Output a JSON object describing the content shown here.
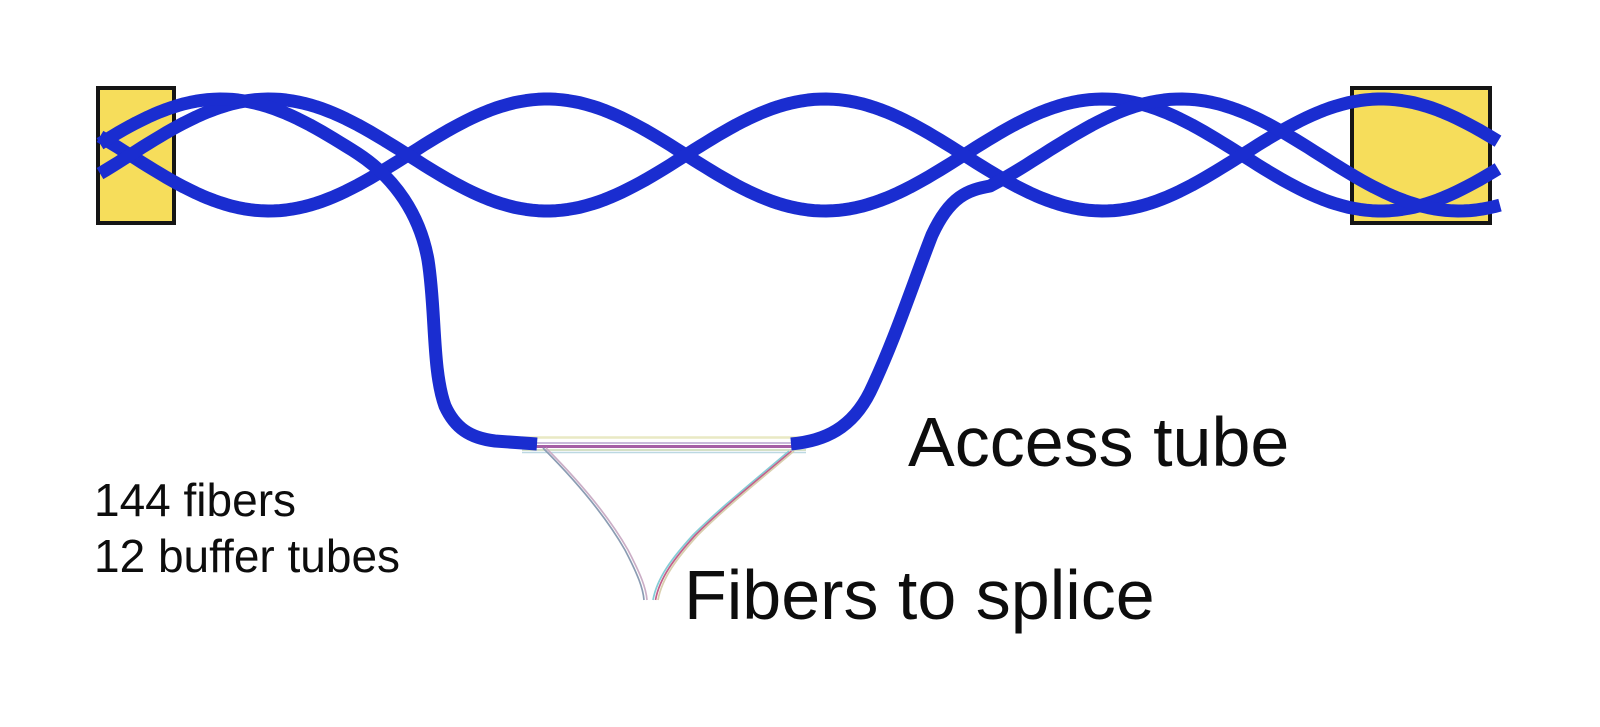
{
  "diagram": {
    "access_tube_label": "Access tube",
    "fibers_to_splice_label": "Fibers to splice",
    "fiber_count_label": "144 fibers",
    "buffer_tube_count_label": "12 buffer tubes"
  },
  "colors": {
    "background": "#ffffff",
    "tube_blue": "#1a2dd0",
    "clamp_yellow": "#f6dd5b",
    "clamp_border": "#151515",
    "text": "#0d0d0d",
    "exposed_fiber_lines": [
      "#e9e9c4",
      "#c9badb",
      "#a55fa5",
      "#d5e0c6",
      "#bcd8e2"
    ],
    "droop_left_fibers": [
      "#8b9cb3",
      "#cbaec6"
    ],
    "droop_right_fibers": [
      "#85ccd6",
      "#c2608a",
      "#d9cfae"
    ]
  }
}
